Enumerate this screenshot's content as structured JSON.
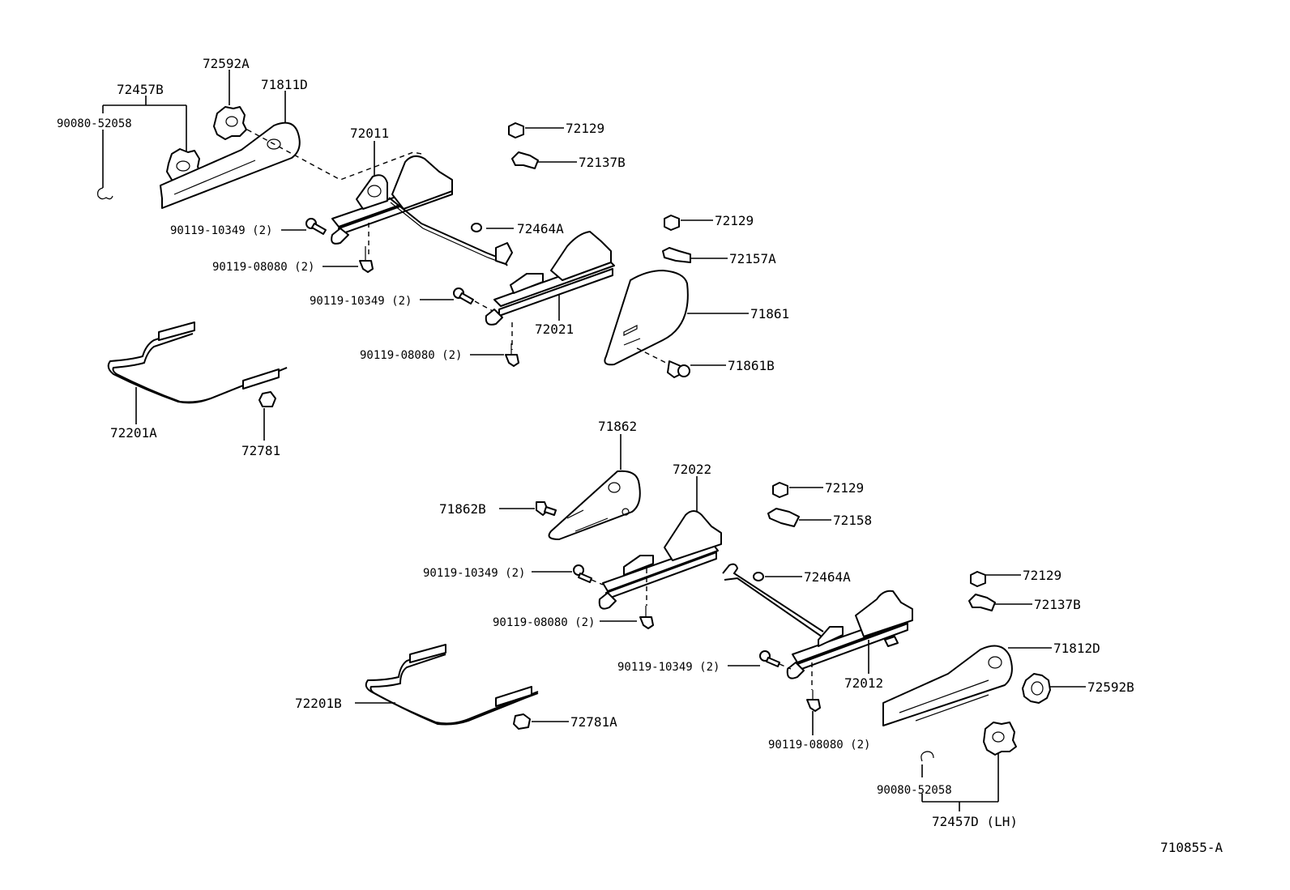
{
  "diagram": {
    "footer_code": "710855-A",
    "labels": [
      {
        "id": "l01",
        "text": "72592A"
      },
      {
        "id": "l02",
        "text": "71811D"
      },
      {
        "id": "l03",
        "text": "72457B"
      },
      {
        "id": "l04",
        "text": "90080-52058"
      },
      {
        "id": "l05",
        "text": "72011"
      },
      {
        "id": "l06",
        "text": "72129"
      },
      {
        "id": "l07",
        "text": "72137B"
      },
      {
        "id": "l08",
        "text": "72129"
      },
      {
        "id": "l09",
        "text": "72157A"
      },
      {
        "id": "l10",
        "text": "90119-10349 (2)"
      },
      {
        "id": "l11",
        "text": "72464A"
      },
      {
        "id": "l12",
        "text": "90119-08080 (2)"
      },
      {
        "id": "l13",
        "text": "90119-10349 (2)"
      },
      {
        "id": "l14",
        "text": "71861"
      },
      {
        "id": "l15",
        "text": "72021"
      },
      {
        "id": "l16",
        "text": "90119-08080 (2)"
      },
      {
        "id": "l17",
        "text": "71861B"
      },
      {
        "id": "l18",
        "text": "72201A"
      },
      {
        "id": "l19",
        "text": "72781"
      },
      {
        "id": "l20",
        "text": "71862"
      },
      {
        "id": "l21",
        "text": "72022"
      },
      {
        "id": "l22",
        "text": "71862B"
      },
      {
        "id": "l23",
        "text": "72129"
      },
      {
        "id": "l24",
        "text": "72158"
      },
      {
        "id": "l25",
        "text": "90119-10349 (2)"
      },
      {
        "id": "l26",
        "text": "72464A"
      },
      {
        "id": "l27",
        "text": "90119-08080 (2)"
      },
      {
        "id": "l28",
        "text": "72129"
      },
      {
        "id": "l29",
        "text": "72137B"
      },
      {
        "id": "l30",
        "text": "71812D"
      },
      {
        "id": "l31",
        "text": "90119-10349 (2)"
      },
      {
        "id": "l32",
        "text": "72012"
      },
      {
        "id": "l33",
        "text": "72592B"
      },
      {
        "id": "l34",
        "text": "72201B"
      },
      {
        "id": "l35",
        "text": "72781A"
      },
      {
        "id": "l36",
        "text": "90119-08080 (2)"
      },
      {
        "id": "l37",
        "text": "90080-52058"
      },
      {
        "id": "l38",
        "text": "72457D (LH)"
      }
    ]
  }
}
